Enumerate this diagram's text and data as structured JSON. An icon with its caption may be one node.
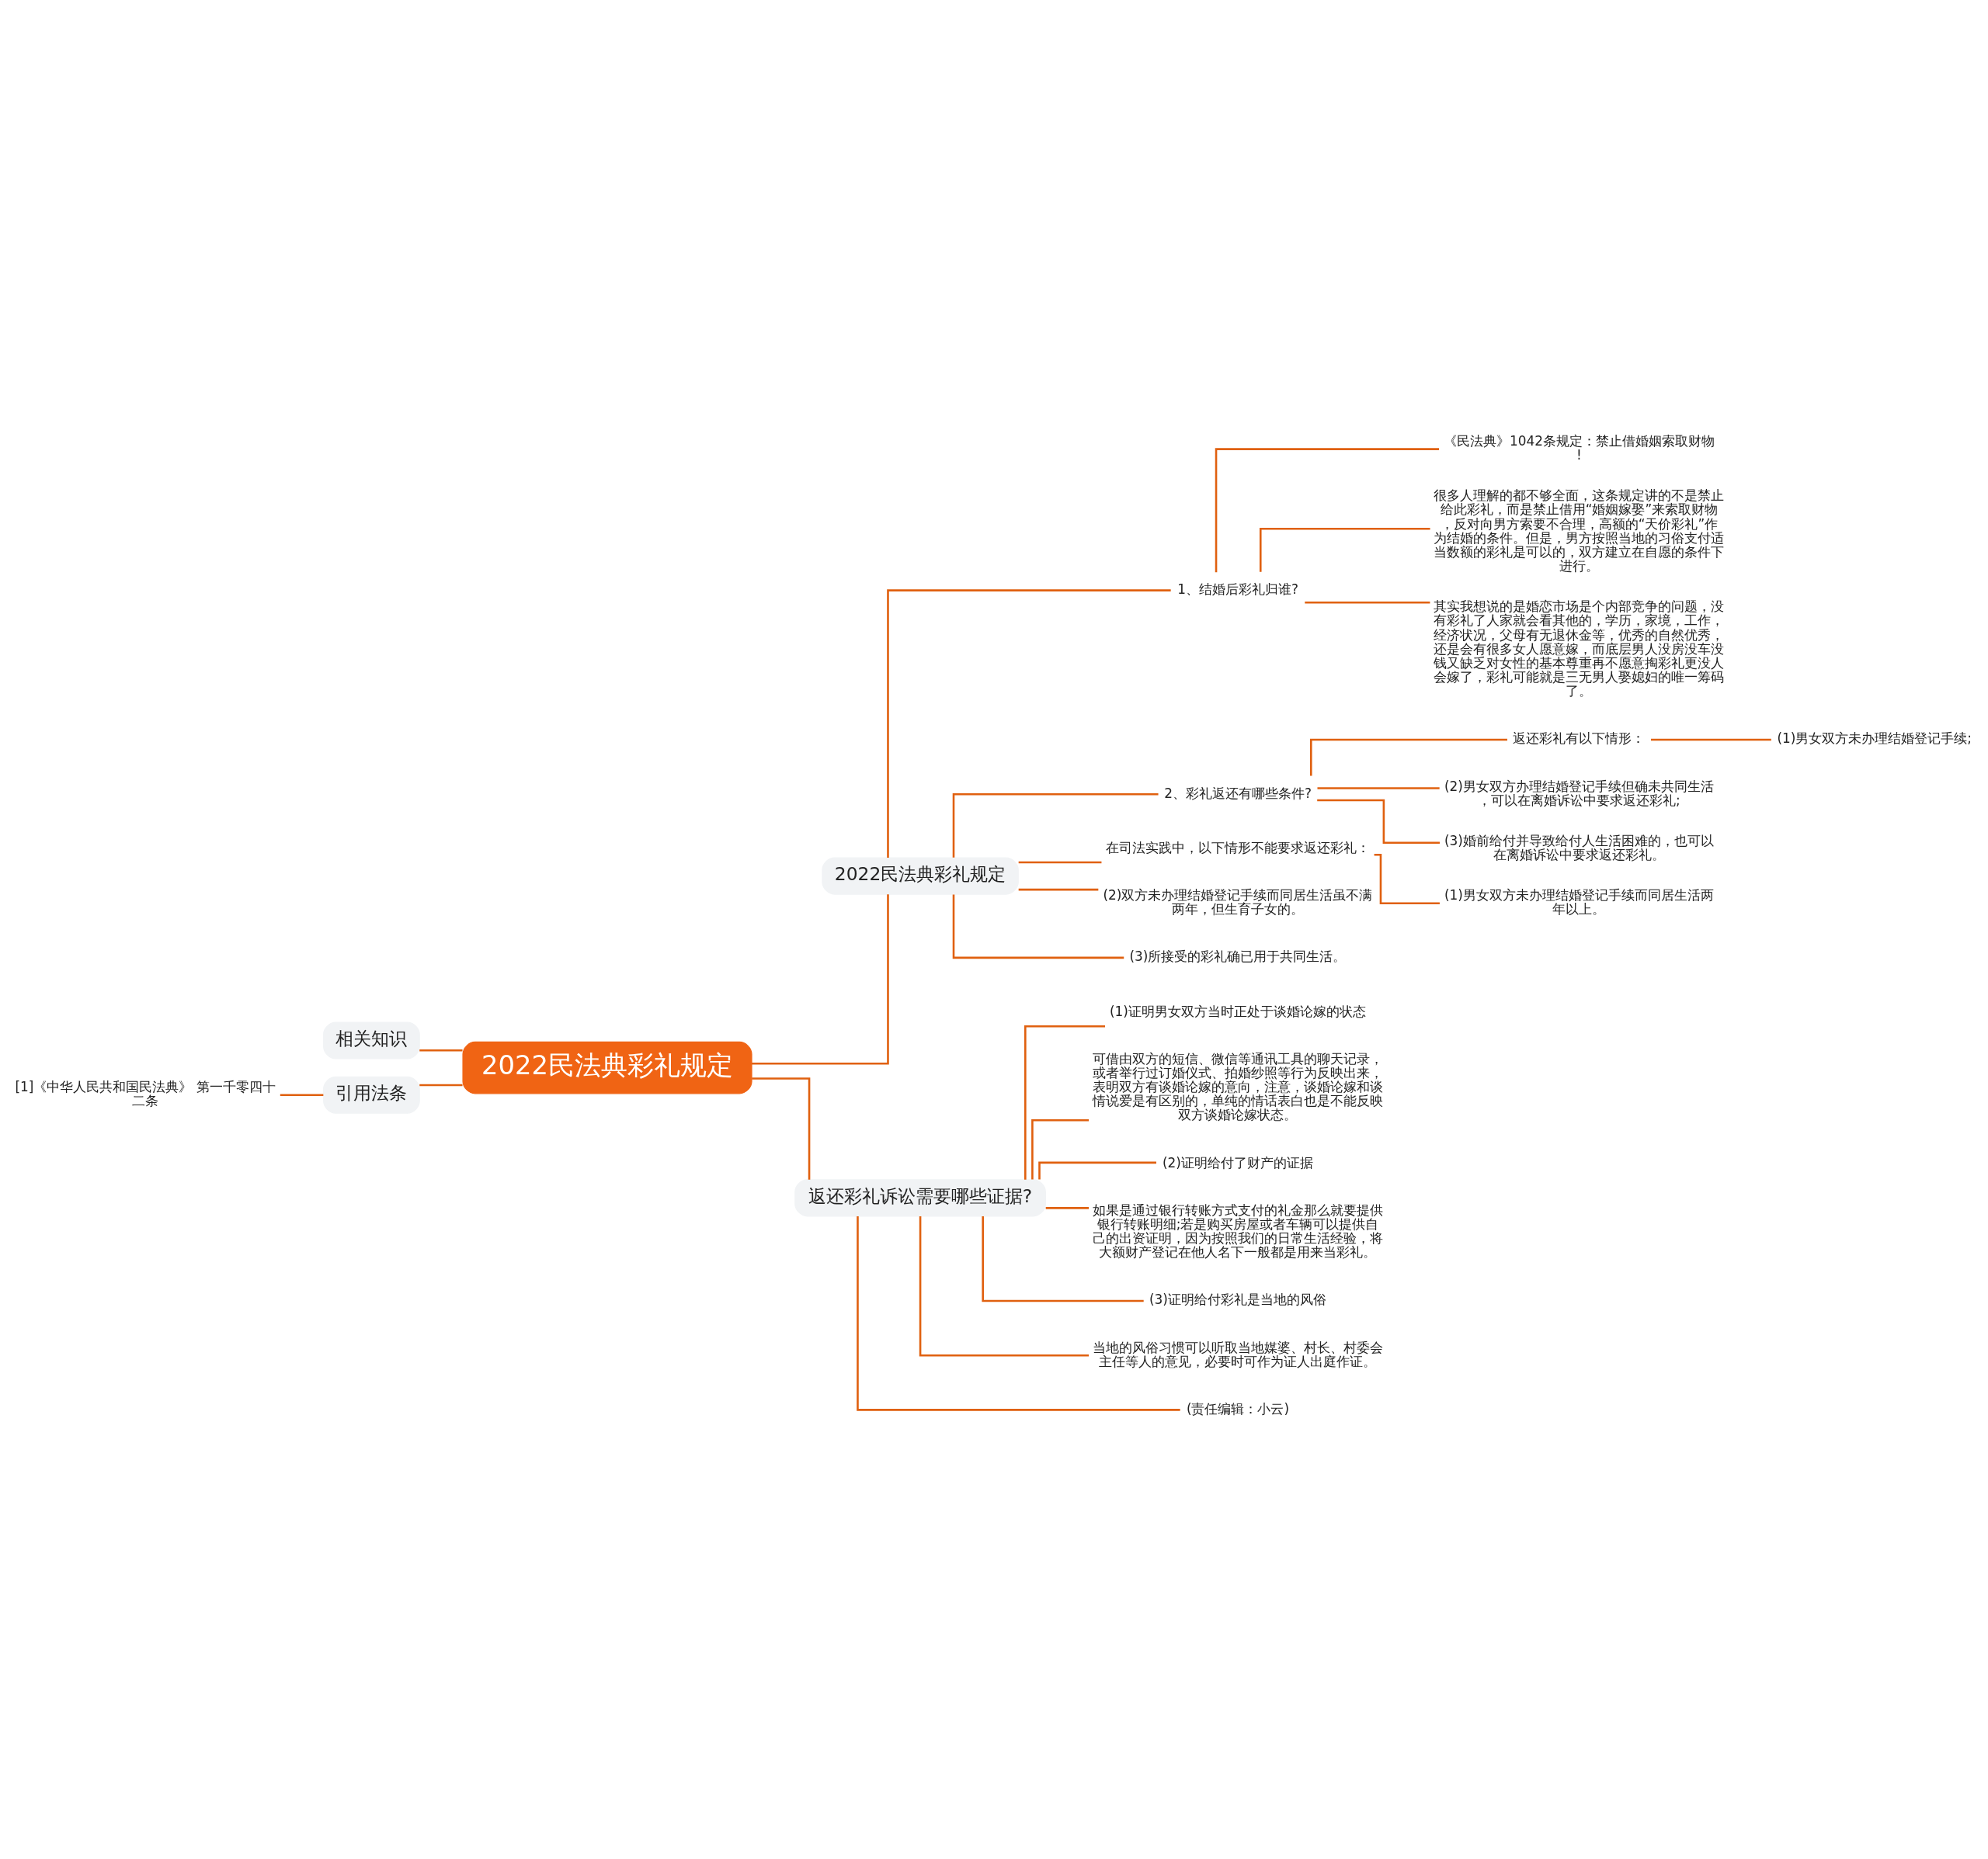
{
  "diagram": {
    "nodes": [
      {
        "text": [
          "2022民法典彩礼规定"
        ]
      },
      {
        "text": [
          "2022民法典彩礼规定"
        ]
      },
      {
        "text": [
          "1、结婚后彩礼归谁?"
        ]
      },
      {
        "text": [
          "《民法典》1042条规定：禁止借婚姻索取财物!"
        ]
      },
      {
        "text": [
          "很多人理解的都不够全面，这条规定讲的不是禁止给此彩礼，而是禁止借用“婚姻嫁娶”来索取财物，反对向男方索要不合理，高额的“天价彩礼”作为结婚的条件。但是，男方按照当地的习俗支付适当数额的彩礼是可以的，双方建立在自愿的条件下进行。"
        ]
      },
      {
        "text": [
          "其实我想说的是婚恋市场是个内部竞争的问题，没有彩礼了人家就会看其他的，学历，家境，工作，经济状况，父母有无退休金等，优秀的自然优秀，还是会有很多女人愿意嫁，而底层男人没房没车没钱又缺乏对女性的基本尊重再不愿意掏彩礼更没人会嫁了，彩礼可能就是三无男人娶媳妇的唯一筹码了。"
        ]
      },
      {
        "text": [
          "2、彩礼返还有哪些条件?"
        ]
      },
      {
        "text": [
          "返还彩礼有以下情形："
        ]
      },
      {
        "text": [
          "(1)男女双方未办理结婚登记手续;"
        ]
      },
      {
        "text": [
          "(2)男女双方办理结婚登记手续但确未共同生活，可以在离婚诉讼中要求返还彩礼;"
        ]
      },
      {
        "text": [
          "(3)婚前给付并导致给付人生活困难的，也可以在离婚诉讼中要求返还彩礼。"
        ]
      },
      {
        "text": [
          "在司法实践中，以下情形不能要求返还彩礼："
        ]
      },
      {
        "text": [
          "(1)男女双方未办理结婚登记手续而同居生活两年以上。"
        ]
      },
      {
        "text": [
          "(2)双方未办理结婚登记手续而同居生活虽不满两年，但生育子女的。"
        ]
      },
      {
        "text": [
          "(3)所接受的彩礼确已用于共同生活。"
        ]
      },
      {
        "text": [
          "返还彩礼诉讼需要哪些证据?"
        ]
      },
      {
        "text": [
          "(1)证明男女双方当时正处于谈婚论嫁的状态"
        ]
      },
      {
        "text": [
          "可借由双方的短信、微信等通讯工具的聊天记录，或者举行过订婚仪式、拍婚纱照等行为反映出来，表明双方有谈婚论嫁的意向，注意，谈婚论嫁和谈情说爱是有区别的，单纯的情话表白也是不能反映双方谈婚论嫁状态。"
        ]
      },
      {
        "text": [
          "(2)证明给付了财产的证据"
        ]
      },
      {
        "text": [
          "如果是通过银行转账方式支付的礼金那么就要提供银行转账明细;若是购买房屋或者车辆可以提供自己的出资证明，因为按照我们的日常生活经验，将大额财产登记在他人名下一般都是用来当彩礼。"
        ]
      },
      {
        "text": [
          "(3)证明给付彩礼是当地的风俗"
        ]
      },
      {
        "text": [
          "当地的风俗习惯可以听取当地媒婆、村长、村委会主任等人的意见，必要时可作为证人出庭作证。"
        ]
      },
      {
        "text": [
          "(责任编辑：小云)"
        ]
      },
      {
        "text": [
          "相关知识"
        ]
      },
      {
        "text": [
          "引用法条"
        ]
      },
      {
        "text": [
          "[1]《中华人民共和国民法典》 第一千零四十二条"
        ]
      }
    ],
    "edges": [
      {
        "from": 0,
        "to": 1,
        "arrow": "none"
      },
      {
        "from": 1,
        "to": 2,
        "arrow": "none"
      },
      {
        "from": 2,
        "to": 3,
        "arrow": "none"
      },
      {
        "from": 2,
        "to": 4,
        "arrow": "none"
      },
      {
        "from": 2,
        "to": 5,
        "arrow": "none"
      },
      {
        "from": 1,
        "to": 6,
        "arrow": "none"
      },
      {
        "from": 6,
        "to": 7,
        "arrow": "none"
      },
      {
        "from": 7,
        "to": 8,
        "arrow": "none"
      },
      {
        "from": 6,
        "to": 9,
        "arrow": "none"
      },
      {
        "from": 6,
        "to": 10,
        "arrow": "none"
      },
      {
        "from": 1,
        "to": 11,
        "arrow": "none"
      },
      {
        "from": 11,
        "to": 12,
        "arrow": "none"
      },
      {
        "from": 1,
        "to": 13,
        "arrow": "none"
      },
      {
        "from": 1,
        "to": 14,
        "arrow": "none"
      },
      {
        "from": 0,
        "to": 15,
        "arrow": "none"
      },
      {
        "from": 15,
        "to": 16,
        "arrow": "none"
      },
      {
        "from": 15,
        "to": 17,
        "arrow": "none"
      },
      {
        "from": 15,
        "to": 18,
        "arrow": "none"
      },
      {
        "from": 15,
        "to": 19,
        "arrow": "none"
      },
      {
        "from": 15,
        "to": 20,
        "arrow": "none"
      },
      {
        "from": 15,
        "to": 21,
        "arrow": "none"
      },
      {
        "from": 15,
        "to": 22,
        "arrow": "none"
      },
      {
        "from": 0,
        "to": 23,
        "arrow": "none"
      },
      {
        "from": 0,
        "to": 24,
        "arrow": "none"
      },
      {
        "from": 24,
        "to": 25,
        "arrow": "none"
      }
    ]
  }
}
